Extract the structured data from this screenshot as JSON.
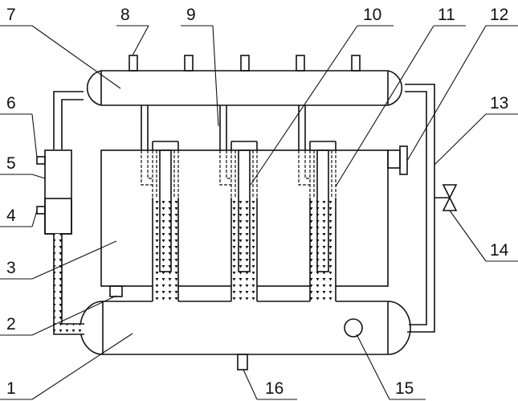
{
  "title": "Heat exchanger apparatus schematic",
  "colors": {
    "line": "#111111",
    "background": "#ffffff"
  },
  "labels": [
    "1",
    "2",
    "3",
    "4",
    "5",
    "6",
    "7",
    "8",
    "9",
    "10",
    "11",
    "12",
    "13",
    "14",
    "15",
    "16"
  ]
}
